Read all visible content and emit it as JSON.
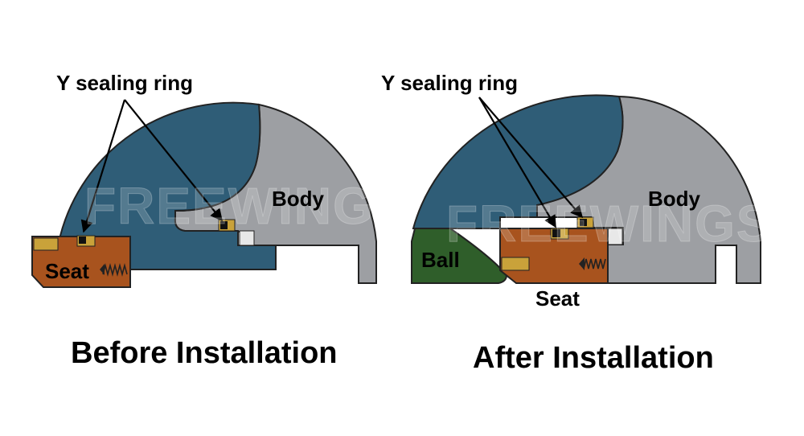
{
  "colors": {
    "ball_blue": "#2f5d77",
    "body_gray": "#9d9fa3",
    "seat_orange": "#a8531e",
    "insert_yellow": "#c9a23a",
    "ball_green": "#2f5e2a",
    "outline": "#222222",
    "background": "#ffffff"
  },
  "watermark": "FREEWINGS",
  "before": {
    "ring_label": "Y sealing ring",
    "body_label": "Body",
    "seat_label": "Seat",
    "caption": "Before Installation"
  },
  "after": {
    "ring_label": "Y sealing ring",
    "body_label": "Body",
    "ball_label": "Ball",
    "seat_label": "Seat",
    "caption": "After Installation"
  }
}
